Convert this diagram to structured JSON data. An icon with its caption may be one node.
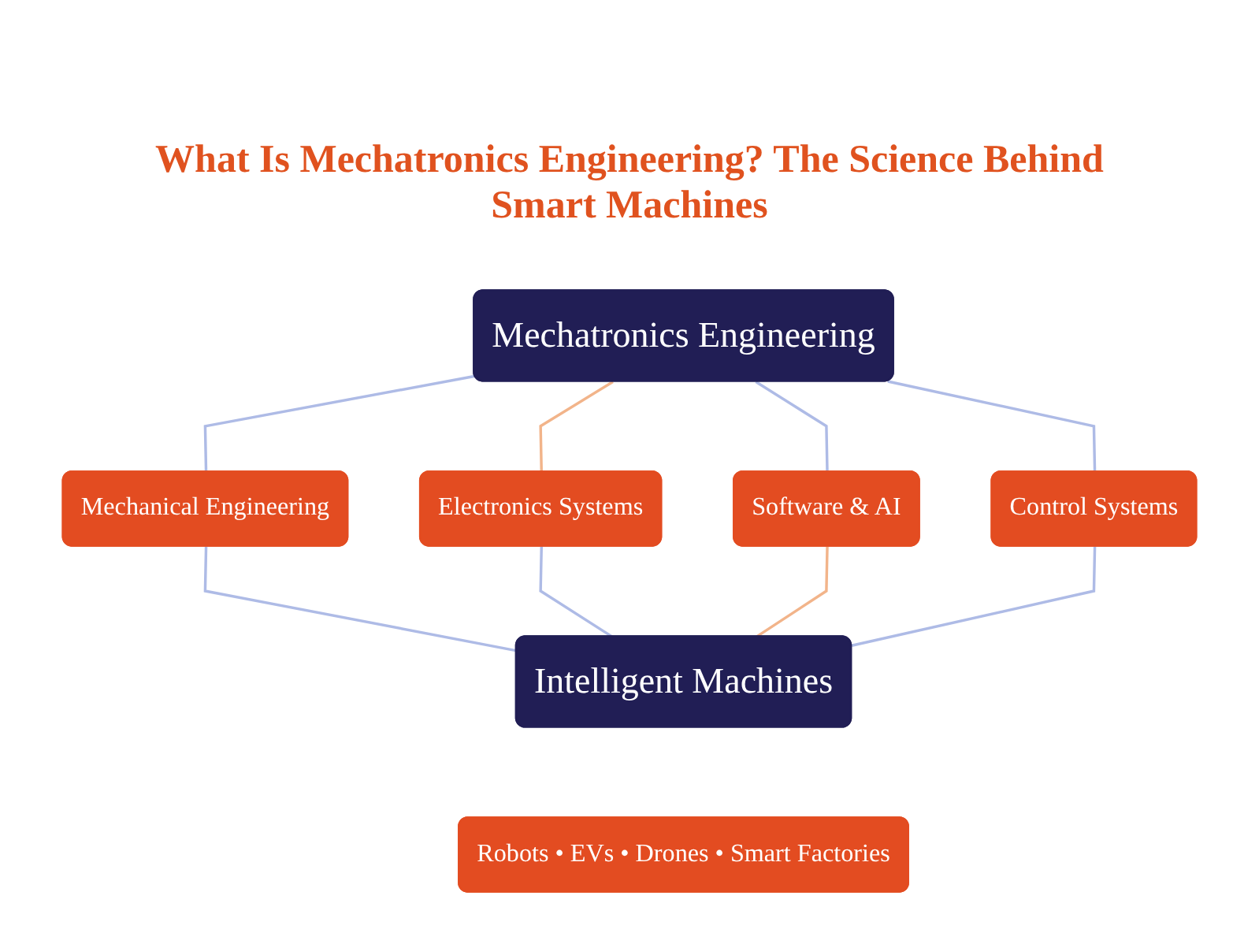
{
  "diagram": {
    "title": "What Is Mechatronics Engineering? The Science Behind Smart Machines",
    "nodes": [
      {
        "text": [
          "Mechatronics Engineering"
        ]
      },
      {
        "text": [
          "Mechanical Engineering"
        ]
      },
      {
        "text": [
          "Electronics Systems"
        ]
      },
      {
        "text": [
          "Software & AI"
        ]
      },
      {
        "text": [
          "Control Systems"
        ]
      },
      {
        "text": [
          "Intelligent Machines"
        ]
      },
      {
        "text": [
          "Robots • EVs • Drones • Smart Factories"
        ]
      }
    ],
    "edges": [
      {
        "from": 0,
        "to": 1,
        "arrow": "none"
      },
      {
        "from": 0,
        "to": 2,
        "arrow": "none",
        "color": "#f2b48a"
      },
      {
        "from": 0,
        "to": 3,
        "arrow": "none"
      },
      {
        "from": 0,
        "to": 4,
        "arrow": "none"
      },
      {
        "from": 1,
        "to": 5,
        "arrow": "none"
      },
      {
        "from": 2,
        "to": 5,
        "arrow": "none"
      },
      {
        "from": 3,
        "to": 5,
        "arrow": "none",
        "color": "#f2b48a"
      },
      {
        "from": 4,
        "to": 5,
        "arrow": "none"
      }
    ]
  }
}
